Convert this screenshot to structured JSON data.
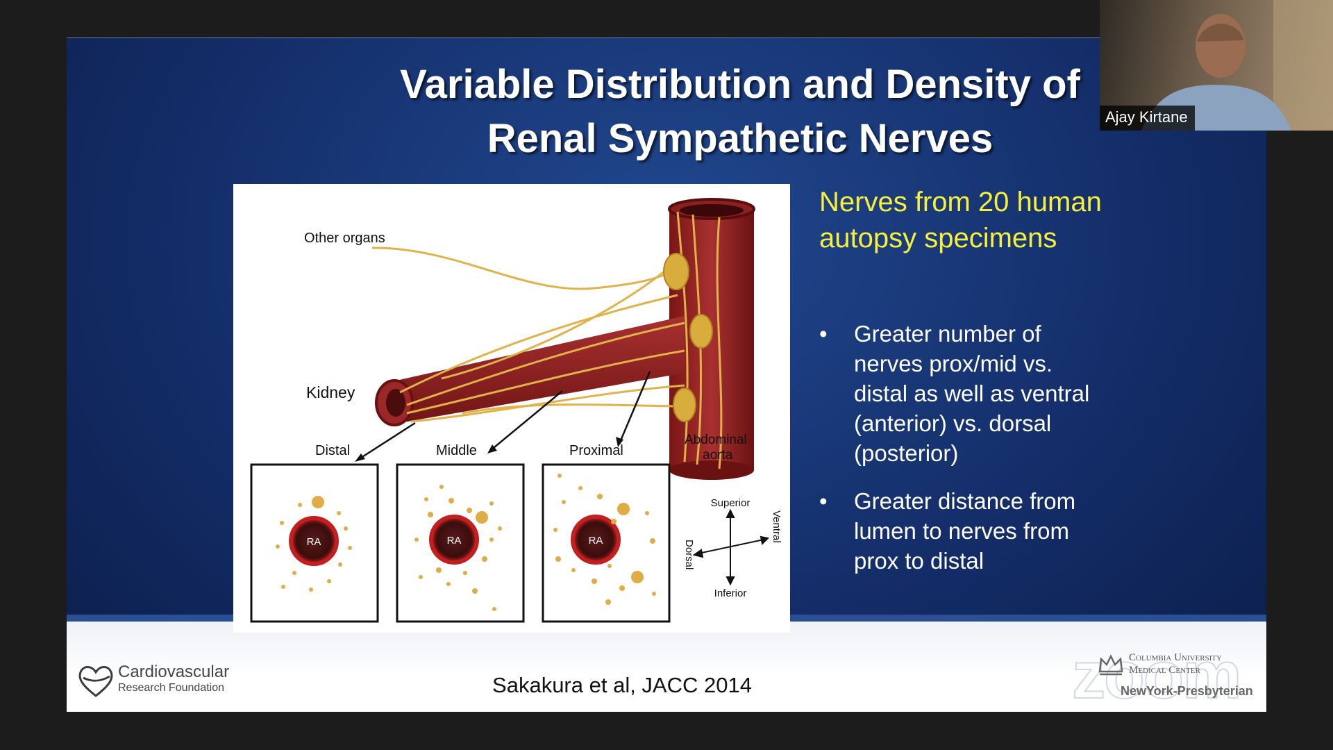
{
  "slide": {
    "title_line1": "Variable Distribution and Density of",
    "title_line2": "Renal Sympathetic Nerves",
    "headline": "Nerves from 20 human autopsy specimens",
    "bullets": [
      "Greater number of nerves prox/mid vs. distal as well as ventral (anterior) vs. dorsal (posterior)",
      "Greater distance from lumen to nerves from prox to distal"
    ],
    "bullet_glyph": "•",
    "citation": "Sakakura et al, JACC 2014",
    "figure": {
      "label_other_organs": "Other organs",
      "label_kidney": "Kidney",
      "label_aorta_1": "Abdominal",
      "label_aorta_2": "aorta",
      "label_distal": "Distal",
      "label_middle": "Middle",
      "label_proximal": "Proximal",
      "label_ra": "RA",
      "label_superior": "Superior",
      "label_inferior": "Inferior",
      "label_ventral": "Ventral",
      "label_dorsal": "Dorsal"
    }
  },
  "logos": {
    "crf_name": "Cardiovascular",
    "crf_sub": "Research Foundation",
    "columbia_line1": "Columbia University",
    "columbia_line2": "Medical Center",
    "columbia_line3": "NewYork-Presbyterian",
    "zoom_watermark": "zoom"
  },
  "video": {
    "participant_name": "Ajay Kirtane"
  },
  "colors": {
    "slide_blue": "#142e6a",
    "headline_yellow": "#f6ef3b",
    "vessel_red": "#8e1e1e",
    "nerve_gold": "#e2b24a"
  }
}
